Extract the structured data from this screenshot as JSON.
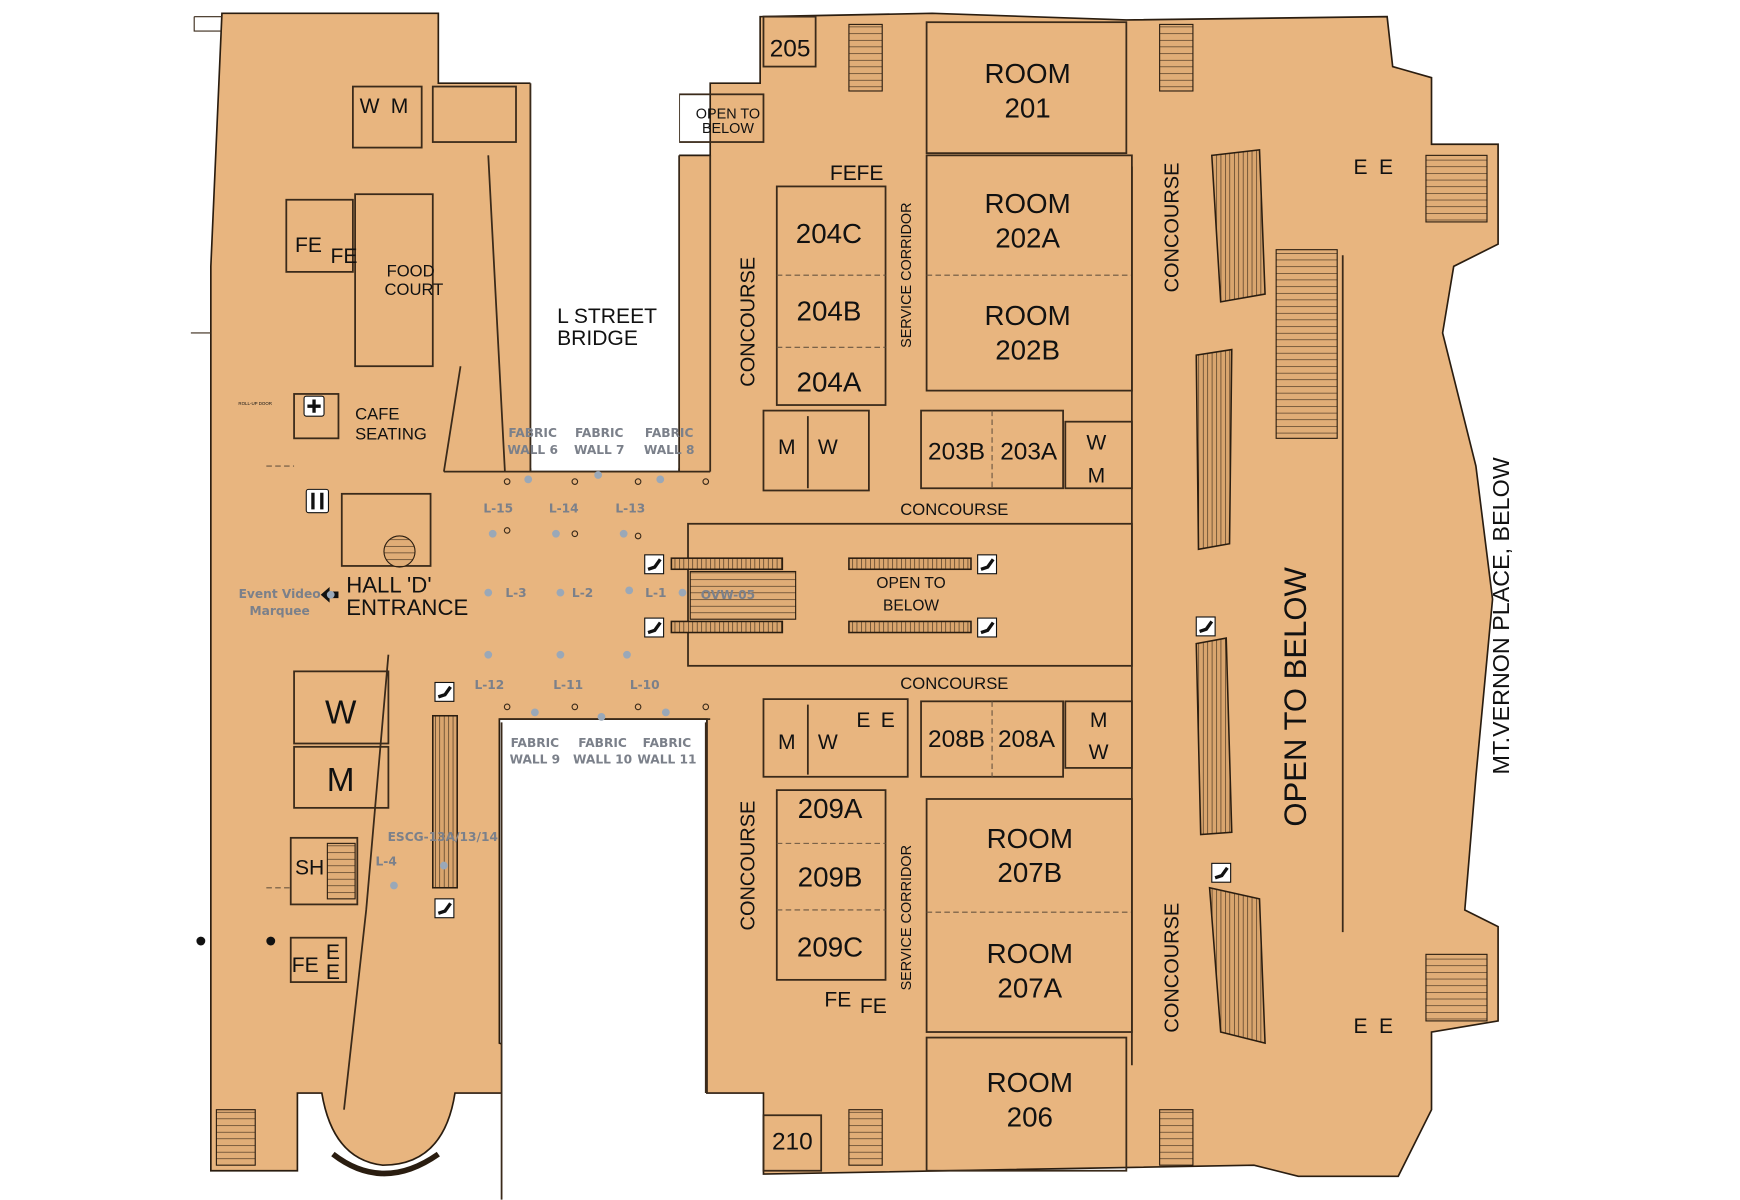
{
  "colors": {
    "floor": "#E8B57F",
    "wall": "#3A2A1A",
    "label_gray": "#7B808A",
    "background": "#FFFFFF"
  },
  "rooms": {
    "r205": "205",
    "r201": [
      "ROOM",
      "201"
    ],
    "r202a": [
      "ROOM",
      "202A"
    ],
    "r202b": [
      "ROOM",
      "202B"
    ],
    "r204c": "204C",
    "r204b": "204B",
    "r204a": "204A",
    "r203b": "203B",
    "r203a": "203A",
    "r208b": "208B",
    "r208a": "208A",
    "r209a": "209A",
    "r209b": "209B",
    "r209c": "209C",
    "r207b": [
      "ROOM",
      "207B"
    ],
    "r207a": [
      "ROOM",
      "207A"
    ],
    "r206": [
      "ROOM",
      "206"
    ],
    "r210": "210"
  },
  "areas": {
    "concourse": "CONCOURSE",
    "service_corridor": "SERVICE CORRIDOR",
    "open_below_center": [
      "OPEN TO",
      "BELOW"
    ],
    "open_below_small": [
      "OPEN TO",
      "BELOW"
    ],
    "open_below_large": "OPEN TO BELOW",
    "mt_vernon": "MT.VERNON PLACE, BELOW",
    "food_court": [
      "FOOD",
      "COURT"
    ],
    "l_street_bridge": [
      "L STREET",
      "BRIDGE"
    ],
    "cafe_seating": [
      "CAFE",
      "SEATING"
    ],
    "hall_d_entrance": [
      "HALL 'D'",
      "ENTRANCE"
    ],
    "roll_up_door": "ROLL-UP DOOR"
  },
  "facilities": {
    "fe": "FE",
    "e": "E",
    "w": "W",
    "m": "M",
    "sh": "SH"
  },
  "signage": {
    "event_video": [
      "Event Video",
      "Marquee"
    ],
    "fabric_walls": [
      [
        "FABRIC",
        "WALL 6"
      ],
      [
        "FABRIC",
        "WALL 7"
      ],
      [
        "FABRIC",
        "WALL 8"
      ],
      [
        "FABRIC",
        "WALL 9"
      ],
      [
        "FABRIC",
        "WALL 10"
      ],
      [
        "FABRIC",
        "WALL 11"
      ]
    ],
    "locations": [
      "L-15",
      "L-14",
      "L-13",
      "L-3",
      "L-2",
      "L-1",
      "L-12",
      "L-11",
      "L-10",
      "L-4"
    ],
    "escalator_code": "ESCG-13A/13/14",
    "overview_code": "OVW-05"
  }
}
